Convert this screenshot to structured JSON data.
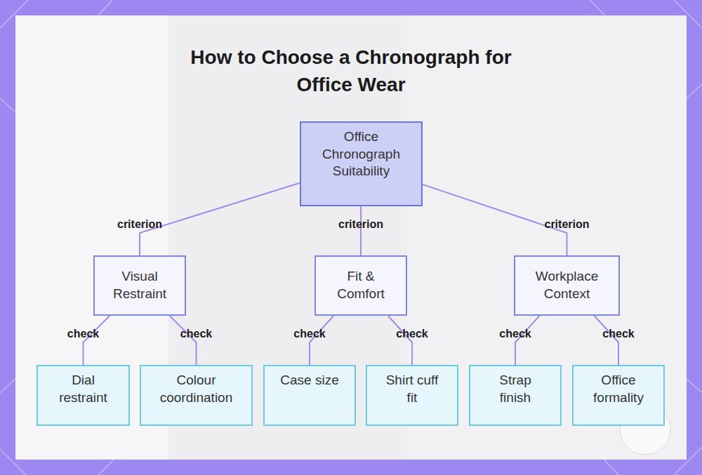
{
  "diagram": {
    "title": "How to Choose a Chronograph for Office Wear",
    "nodes": [
      {
        "text": [
          "Office Chronograph Suitability"
        ]
      },
      {
        "text": [
          "Visual Restraint"
        ]
      },
      {
        "text": [
          "Fit & Comfort"
        ]
      },
      {
        "text": [
          "Workplace Context"
        ]
      },
      {
        "text": [
          "Dial restraint"
        ]
      },
      {
        "text": [
          "Colour coordination"
        ]
      },
      {
        "text": [
          "Case size"
        ]
      },
      {
        "text": [
          "Shirt cuff fit"
        ]
      },
      {
        "text": [
          "Strap finish"
        ]
      },
      {
        "text": [
          "Office formality"
        ]
      }
    ],
    "edges": [
      {
        "from": 0,
        "to": 1,
        "label": "criterion",
        "arrow": "none"
      },
      {
        "from": 0,
        "to": 2,
        "label": "criterion",
        "arrow": "none"
      },
      {
        "from": 0,
        "to": 3,
        "label": "criterion",
        "arrow": "none"
      },
      {
        "from": 1,
        "to": 4,
        "label": "check",
        "arrow": "none"
      },
      {
        "from": 1,
        "to": 5,
        "label": "check",
        "arrow": "none"
      },
      {
        "from": 2,
        "to": 6,
        "label": "check",
        "arrow": "none"
      },
      {
        "from": 2,
        "to": 7,
        "label": "check",
        "arrow": "none"
      },
      {
        "from": 3,
        "to": 8,
        "label": "check",
        "arrow": "none"
      },
      {
        "from": 3,
        "to": 9,
        "label": "check",
        "arrow": "none"
      }
    ]
  }
}
